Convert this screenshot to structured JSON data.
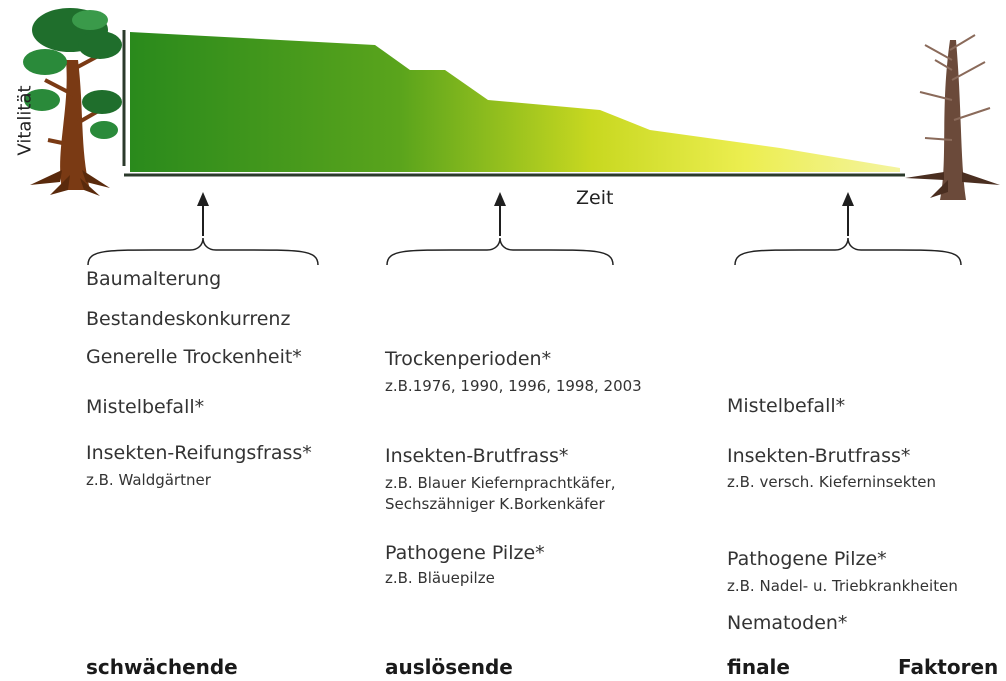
{
  "axes": {
    "y_label": "Vitalität",
    "x_label": "Zeit"
  },
  "colors": {
    "gradient_start": "#2a8a1c",
    "gradient_mid": "#8ec21c",
    "gradient_end": "#f0f070",
    "axis": "#2b3a2b",
    "arrow": "#1f1f1f"
  },
  "icons": [
    "healthy-pine-tree-icon",
    "dead-pine-tree-icon"
  ],
  "columns": [
    {
      "items": [
        {
          "main": "Baumalterung"
        },
        {
          "main": "Bestandeskonkurrenz"
        },
        {
          "main": "Generelle Trockenheit*"
        },
        {
          "main": "Mistelbefall*"
        },
        {
          "main": "Insekten-Reifungsfrass*",
          "sub": "z.B. Waldgärtner"
        }
      ],
      "footer": "schwächende"
    },
    {
      "items": [
        {
          "main": "Trockenperioden*",
          "sub": "z.B.1976, 1990, 1996, 1998, 2003"
        },
        {
          "main": "Insekten-Brutfrass*",
          "sub": "z.B. Blauer Kiefernprachtkäfer, Sechszähniger K.Borkenkäfer"
        },
        {
          "main": "Pathogene Pilze*",
          "sub": "z.B. Bläuepilze"
        }
      ],
      "footer": "auslösende"
    },
    {
      "items": [
        {
          "main": "Mistelbefall*"
        },
        {
          "main": "Insekten-Brutfrass*",
          "sub": "z.B. versch. Kieferninsekten"
        },
        {
          "main": "Pathogene Pilze*",
          "sub": "z.B. Nadel- u. Triebkrankheiten"
        },
        {
          "main": "Nematoden*"
        }
      ],
      "footer": "finale"
    }
  ],
  "footer_suffix": "Faktoren"
}
